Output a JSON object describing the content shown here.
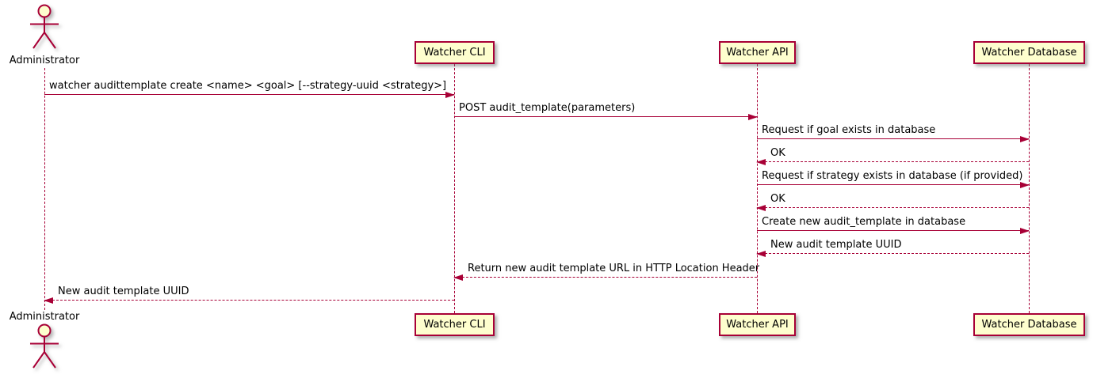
{
  "diagram": {
    "type": "sequence",
    "colors": {
      "line": "#A80036",
      "participant_fill": "#FEFECE",
      "participant_border": "#A80036",
      "text": "#000000",
      "background": "#FFFFFF"
    },
    "participants": [
      {
        "id": "administrator",
        "label": "Administrator",
        "kind": "actor"
      },
      {
        "id": "watcher-cli",
        "label": "Watcher CLI",
        "kind": "participant"
      },
      {
        "id": "watcher-api",
        "label": "Watcher API",
        "kind": "participant"
      },
      {
        "id": "watcher-database",
        "label": "Watcher Database",
        "kind": "participant"
      }
    ],
    "messages": [
      {
        "from": "administrator",
        "to": "watcher-cli",
        "line": "solid",
        "label": "watcher audittemplate create <name> <goal> [--strategy-uuid <strategy>]"
      },
      {
        "from": "watcher-cli",
        "to": "watcher-api",
        "line": "solid",
        "label": "POST audit_template(parameters)"
      },
      {
        "from": "watcher-api",
        "to": "watcher-database",
        "line": "solid",
        "label": "Request if goal exists in database"
      },
      {
        "from": "watcher-database",
        "to": "watcher-api",
        "line": "dashed",
        "label": "OK"
      },
      {
        "from": "watcher-api",
        "to": "watcher-database",
        "line": "solid",
        "label": "Request if strategy exists in database (if provided)"
      },
      {
        "from": "watcher-database",
        "to": "watcher-api",
        "line": "dashed",
        "label": "OK"
      },
      {
        "from": "watcher-api",
        "to": "watcher-database",
        "line": "solid",
        "label": "Create new audit_template in database"
      },
      {
        "from": "watcher-database",
        "to": "watcher-api",
        "line": "dashed",
        "label": "New audit template UUID"
      },
      {
        "from": "watcher-api",
        "to": "watcher-cli",
        "line": "dashed",
        "label": "Return new audit template URL in HTTP Location Header"
      },
      {
        "from": "watcher-cli",
        "to": "administrator",
        "line": "dashed",
        "label": "New audit template UUID"
      }
    ]
  }
}
